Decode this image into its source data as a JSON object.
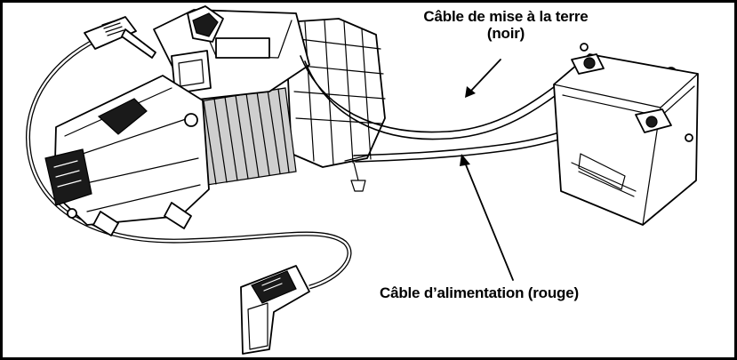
{
  "labels": {
    "ground_cable_line1": "Câble de mise à la terre",
    "ground_cable_line2": "(noir)",
    "power_cable": "Câble d’alimentation (rouge)"
  },
  "colors": {
    "line": "#000000",
    "background": "#ffffff"
  },
  "icons": [
    "winch-icon",
    "battery-icon",
    "remote-control-icon"
  ]
}
